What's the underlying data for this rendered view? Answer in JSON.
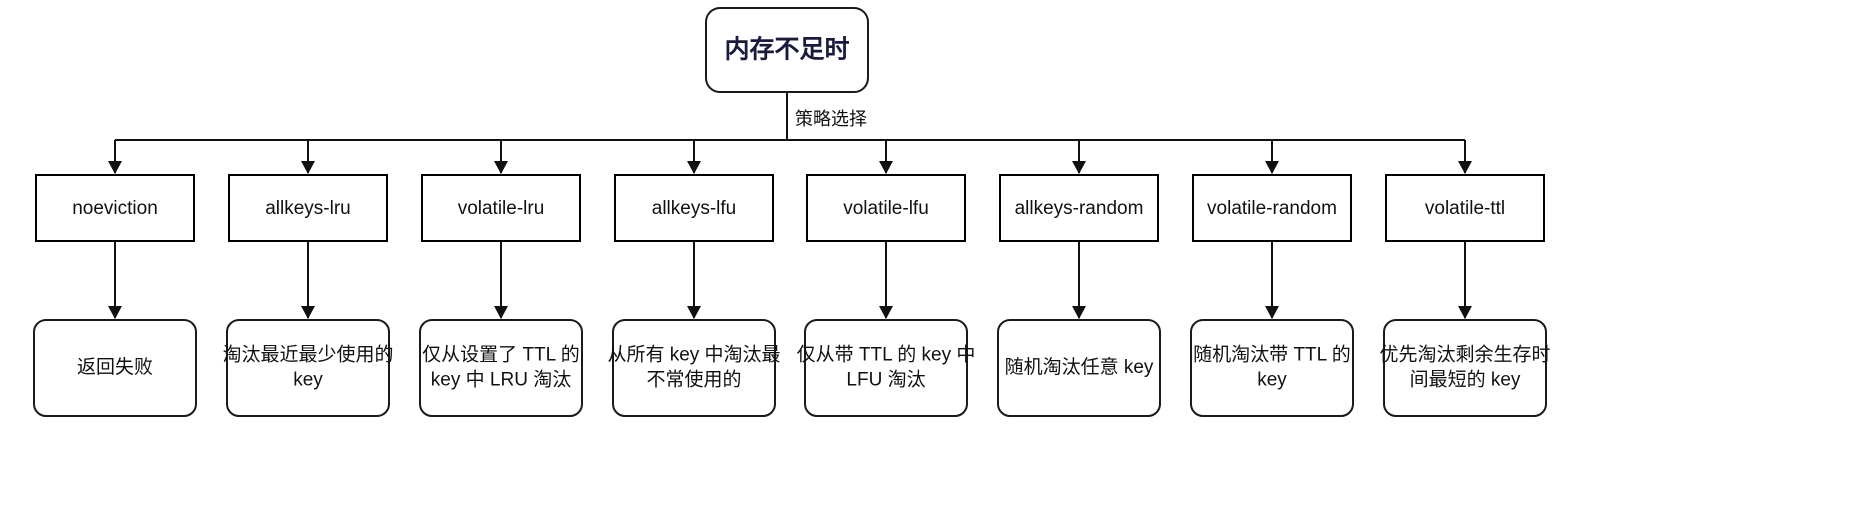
{
  "diagram": {
    "type": "flowchart",
    "direction": "top-down",
    "title_node": {
      "id": "root",
      "label": "内存不足时",
      "shape": "rounded-rect",
      "text_color": "#1a1a3c",
      "bold": true
    },
    "edge_label": "策略选择",
    "colors": {
      "node_fill": "#ffffff",
      "node_stroke": "#000000",
      "edge_stroke": "#111111",
      "root_text": "#1a1a3c",
      "body_text": "#111111",
      "background": "#ffffff"
    },
    "branches": [
      {
        "id": "noeviction",
        "policy": "noeviction",
        "description_lines": [
          "返回失败"
        ]
      },
      {
        "id": "allkeys-lru",
        "policy": "allkeys-lru",
        "description_lines": [
          "淘汰最近最少使用的",
          "key"
        ]
      },
      {
        "id": "volatile-lru",
        "policy": "volatile-lru",
        "description_lines": [
          "仅从设置了 TTL 的",
          "key 中 LRU 淘汰"
        ]
      },
      {
        "id": "allkeys-lfu",
        "policy": "allkeys-lfu",
        "description_lines": [
          "从所有 key 中淘汰最",
          "不常使用的"
        ]
      },
      {
        "id": "volatile-lfu",
        "policy": "volatile-lfu",
        "description_lines": [
          "仅从带 TTL 的 key 中",
          "LFU 淘汰"
        ]
      },
      {
        "id": "allkeys-random",
        "policy": "allkeys-random",
        "description_lines": [
          "随机淘汰任意 key"
        ]
      },
      {
        "id": "volatile-random",
        "policy": "volatile-random",
        "description_lines": [
          "随机淘汰带 TTL 的",
          "key"
        ]
      },
      {
        "id": "volatile-ttl",
        "policy": "volatile-ttl",
        "description_lines": [
          "优先淘汰剩余生存时",
          "间最短的 key"
        ]
      }
    ]
  }
}
